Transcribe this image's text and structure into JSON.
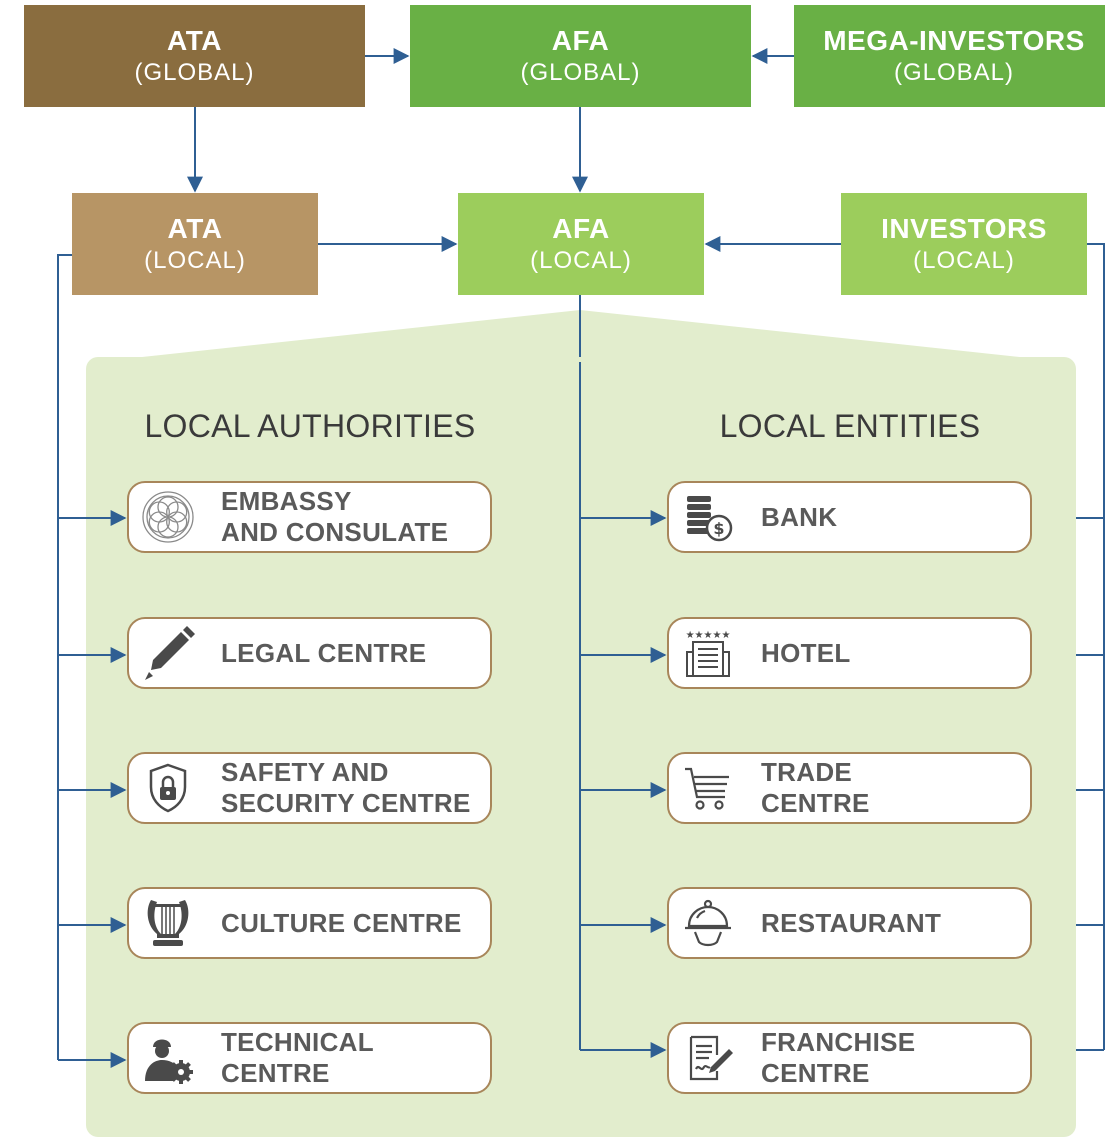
{
  "top_row": {
    "ata": {
      "title": "ATA",
      "sub": "(GLOBAL)"
    },
    "afa": {
      "title": "AFA",
      "sub": "(GLOBAL)"
    },
    "mega": {
      "title": "MEGA-INVESTORS",
      "sub": "(GLOBAL)"
    }
  },
  "local_row": {
    "ata": {
      "title": "ATA",
      "sub": "(LOCAL)"
    },
    "afa": {
      "title": "AFA",
      "sub": "(LOCAL)"
    },
    "investors": {
      "title": "INVESTORS",
      "sub": "(LOCAL)"
    }
  },
  "authorities": {
    "heading": "LOCAL AUTHORITIES",
    "items": [
      {
        "line1": "EMBASSY",
        "line2": "AND CONSULATE",
        "icon": "rosette-emblem-icon"
      },
      {
        "line1": "LEGAL CENTRE",
        "line2": "",
        "icon": "pen-icon"
      },
      {
        "line1": "SAFETY AND",
        "line2": "SECURITY CENTRE",
        "icon": "shield-lock-icon"
      },
      {
        "line1": "CULTURE CENTRE",
        "line2": "",
        "icon": "lyre-icon"
      },
      {
        "line1": "TECHNICAL",
        "line2": "CENTRE",
        "icon": "technician-gear-icon"
      }
    ]
  },
  "entities": {
    "heading": "LOCAL ENTITIES",
    "items": [
      {
        "line1": "BANK",
        "line2": "",
        "icon": "coins-dollar-icon"
      },
      {
        "line1": "HOTEL",
        "line2": "",
        "icon": "hotel-stars-icon"
      },
      {
        "line1": "TRADE",
        "line2": "CENTRE",
        "icon": "shopping-cart-icon"
      },
      {
        "line1": "RESTAURANT",
        "line2": "",
        "icon": "cloche-icon"
      },
      {
        "line1": "FRANCHISE",
        "line2": "CENTRE",
        "icon": "contract-icon"
      }
    ]
  },
  "colors": {
    "ata_global": "#8a6d3f",
    "ata_local": "#b79565",
    "afa_global": "#69b045",
    "afa_local": "#9ccd5c",
    "panel": "#e2edcd",
    "pill_border": "#a8865a",
    "arrow": "#2f5f93"
  }
}
